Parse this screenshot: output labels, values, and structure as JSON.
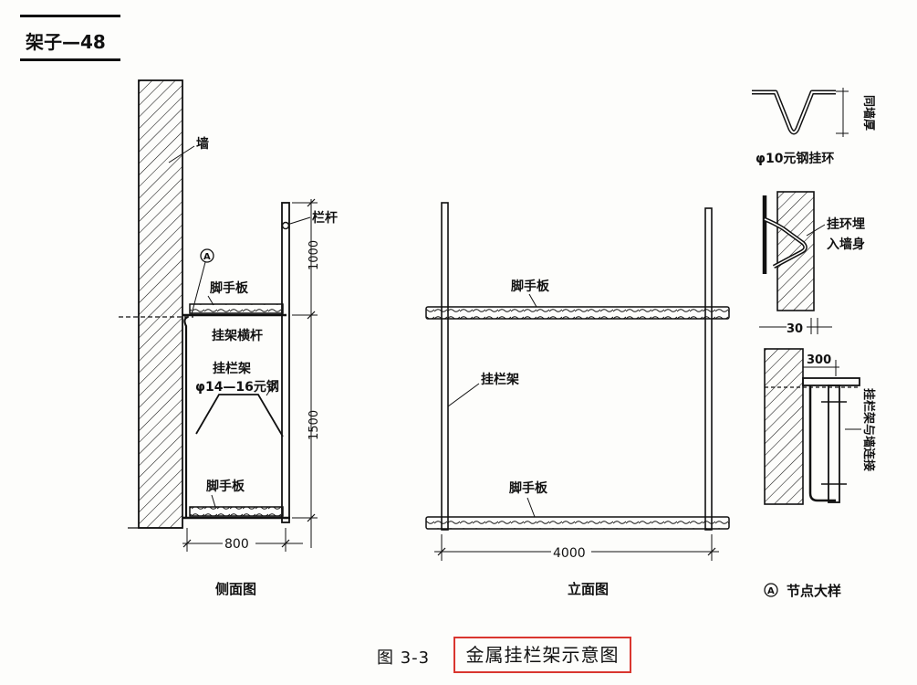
{
  "header": {
    "page_label": "架子—48"
  },
  "side_view": {
    "caption": "侧面图",
    "labels": {
      "wall": "墙",
      "railing": "栏杆",
      "node_marker": "A",
      "scaffold_board_top": "脚手板",
      "crossbar": "挂架横杆",
      "frame_name": "挂栏架",
      "frame_spec": "φ14—16元钢",
      "scaffold_board_bottom": "脚手板"
    },
    "dimensions": {
      "width": "800",
      "railing_height": "1000",
      "frame_height": "1500"
    }
  },
  "elevation_view": {
    "caption": "立面图",
    "labels": {
      "scaffold_board_top": "脚手板",
      "frame_name": "挂栏架",
      "scaffold_board_bottom": "脚手板"
    },
    "dimensions": {
      "length": "4000"
    }
  },
  "node_detail": {
    "caption_marker": "A",
    "caption_text": "节点大样",
    "labels": {
      "wall_thickness": "同墙厚",
      "hook_spec": "φ10元钢挂环",
      "hook_embed_line1": "挂环埋",
      "hook_embed_line2": "入墙身",
      "frame_wall_connect": "挂栏架与墙连接"
    },
    "dimensions": {
      "offset_small": "30",
      "offset_large": "300"
    }
  },
  "figure": {
    "number": "图 3-3",
    "title": "金属挂栏架示意图"
  },
  "colors": {
    "ink": "#111111",
    "highlight_box": "#d9362f",
    "paper": "#fdfdfb"
  }
}
